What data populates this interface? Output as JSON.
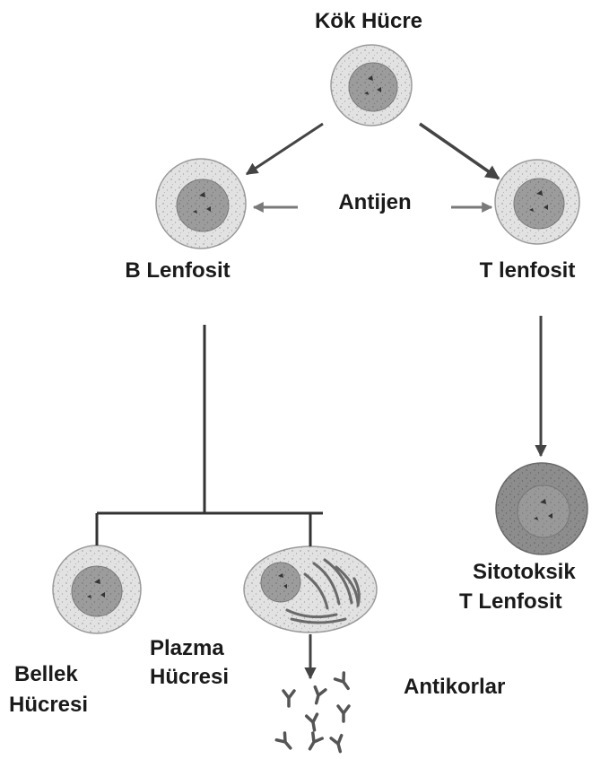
{
  "labels": {
    "stem_cell": "Kök Hücre",
    "antigen": "Antijen",
    "b_lymphocyte": "B Lenfosit",
    "t_lymphocyte": "T lenfosit",
    "cytotoxic_line1": "Sitotoksik",
    "cytotoxic_line2": "T Lenfosit",
    "plasma_line1": "Plazma",
    "plasma_line2": "Hücresi",
    "memory_line1": "Bellek",
    "memory_line2": "Hücresi",
    "antibodies": "Antikorlar"
  },
  "colors": {
    "cell_outer": "#e2e2e2",
    "cell_outer_dark": "#8f8f8f",
    "nucleus": "#9a9a9a",
    "line": "#333333",
    "arrow": "#444444",
    "antigen_arrow": "#777777"
  }
}
